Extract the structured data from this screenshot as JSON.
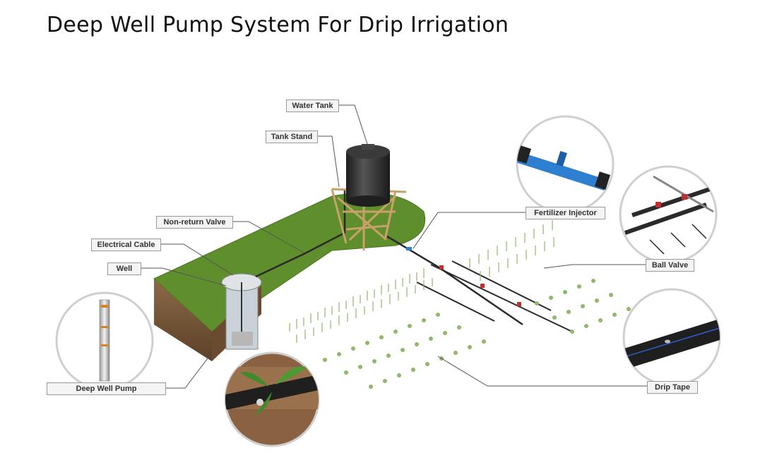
{
  "title": "Deep Well Pump System For Drip Irrigation",
  "labels": {
    "water_tank": "Water Tank",
    "tank_stand": "Tank Stand",
    "non_return_valve": "Non-return Valve",
    "electrical_cable": "Electrical Cable",
    "well": "Well",
    "deep_well_pump": "Deep Well Pump",
    "fertilizer_injector": "Fertilizer Injector",
    "ball_valve": "Ball Valve",
    "drip_tape": "Drip Tape"
  },
  "colors": {
    "grass": "#5f8f2c",
    "soil": "#7a5a3c",
    "pipe": "#2a2a2a",
    "tank": "#2b2b2b",
    "stand": "#d9b98a",
    "injector": "#2f7fd0",
    "valve": "#c03030",
    "crop": "#8fb86a"
  }
}
